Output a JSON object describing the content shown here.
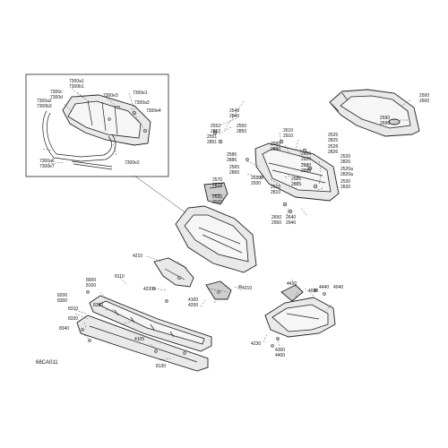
{
  "figure_id": "68CA011",
  "inset_callouts": [
    {
      "id": "inset-7300a1",
      "text": "7300a1"
    },
    {
      "id": "inset-7300b1",
      "text": "7300b1"
    },
    {
      "id": "inset-7300c",
      "text": "7300c"
    },
    {
      "id": "inset-7300d",
      "text": "7300d"
    },
    {
      "id": "inset-7300e3",
      "text": "7300e3"
    },
    {
      "id": "inset-7300e1",
      "text": "7300e1"
    },
    {
      "id": "inset-7300a2",
      "text": "7300a2"
    },
    {
      "id": "inset-7300b3",
      "text": "7300b3"
    },
    {
      "id": "inset-7300a3",
      "text": "7300a3"
    },
    {
      "id": "inset-7300e4",
      "text": "7300e4"
    },
    {
      "id": "inset-7300a6",
      "text": "7300a6"
    },
    {
      "id": "inset-7300e7",
      "text": "7300e7"
    },
    {
      "id": "inset-7300e2",
      "text": "7300e2"
    }
  ],
  "callouts": [
    {
      "id": "c2500",
      "lines": [
        "2500",
        "2600"
      ]
    },
    {
      "id": "c2590",
      "lines": [
        "2590",
        "2690"
      ]
    },
    {
      "id": "c2540",
      "lines": [
        "2540",
        "2840"
      ]
    },
    {
      "id": "c2552",
      "lines": [
        "2552",
        "2852"
      ]
    },
    {
      "id": "c2550",
      "lines": [
        "2550",
        "2850"
      ]
    },
    {
      "id": "c2551",
      "lines": [
        "2551",
        "2851"
      ]
    },
    {
      "id": "c2610",
      "lines": [
        "2610",
        "2910"
      ]
    },
    {
      "id": "c2525",
      "lines": [
        "2525",
        "2825"
      ]
    },
    {
      "id": "c2580",
      "lines": [
        "2580",
        "2880"
      ]
    },
    {
      "id": "c2528",
      "lines": [
        "2528",
        "2826"
      ]
    },
    {
      "id": "c2586",
      "lines": [
        "2586",
        "2886"
      ]
    },
    {
      "id": "c2620",
      "lines": [
        "2620",
        "2920"
      ]
    },
    {
      "id": "c2520",
      "lines": [
        "2520",
        "2820"
      ]
    },
    {
      "id": "c2580b",
      "lines": [
        "2580",
        "2880"
      ]
    },
    {
      "id": "c2520a",
      "lines": [
        "2520a",
        "2820a"
      ]
    },
    {
      "id": "c2565",
      "lines": [
        "2565",
        "2865"
      ]
    },
    {
      "id": "c2530",
      "lines": [
        "2530",
        "2830"
      ]
    },
    {
      "id": "c2630",
      "lines": [
        "2630",
        "2930"
      ]
    },
    {
      "id": "c2585",
      "lines": [
        "2585",
        "2885"
      ]
    },
    {
      "id": "c2570",
      "lines": [
        "2570",
        "2870"
      ]
    },
    {
      "id": "c2510",
      "lines": [
        "2510",
        "2810"
      ]
    },
    {
      "id": "c2920",
      "lines": [
        "2620",
        "2920"
      ]
    },
    {
      "id": "c2650",
      "lines": [
        "2650",
        "2950"
      ]
    },
    {
      "id": "c2640",
      "lines": [
        "2640",
        "2940"
      ]
    },
    {
      "id": "c4210a",
      "lines": [
        "4210"
      ]
    },
    {
      "id": "c8110",
      "lines": [
        "8110"
      ]
    },
    {
      "id": "c8000",
      "lines": [
        "8000",
        "8100"
      ]
    },
    {
      "id": "c4220",
      "lines": [
        "4220"
      ]
    },
    {
      "id": "c4210b",
      "lines": [
        "4210"
      ]
    },
    {
      "id": "c8320",
      "lines": [
        "8320"
      ]
    },
    {
      "id": "c8200",
      "lines": [
        "8200",
        "8300"
      ]
    },
    {
      "id": "c8310",
      "lines": [
        "8310"
      ]
    },
    {
      "id": "c4100",
      "lines": [
        "4100",
        "4200"
      ]
    },
    {
      "id": "c8330",
      "lines": [
        "8330"
      ]
    },
    {
      "id": "c8340",
      "lines": [
        "8340"
      ]
    },
    {
      "id": "c4105",
      "lines": [
        "4105"
      ]
    },
    {
      "id": "c8130",
      "lines": [
        "8130"
      ]
    },
    {
      "id": "c4410",
      "lines": [
        "4410"
      ]
    },
    {
      "id": "c4440",
      "lines": [
        "4440"
      ]
    },
    {
      "id": "c4040",
      "lines": [
        "4040"
      ]
    },
    {
      "id": "c4030",
      "lines": [
        "4030"
      ]
    },
    {
      "id": "c4230",
      "lines": [
        "4230"
      ]
    },
    {
      "id": "c4300",
      "lines": [
        "4300",
        "4400"
      ]
    }
  ]
}
